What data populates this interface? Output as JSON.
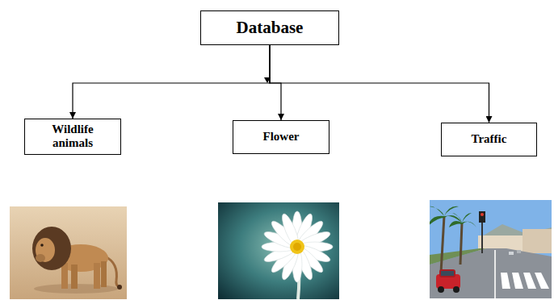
{
  "diagram": {
    "nodes": [
      {
        "text": [
          "Database"
        ]
      },
      {
        "text": [
          "Wildlife animals"
        ]
      },
      {
        "text": [
          "Flower"
        ]
      },
      {
        "text": [
          "Traffic"
        ]
      }
    ],
    "edges": [
      {
        "from": 0,
        "to": 1,
        "arrow": "to"
      },
      {
        "from": 0,
        "to": 2,
        "arrow": "to"
      },
      {
        "from": 0,
        "to": 3,
        "arrow": "to"
      }
    ]
  }
}
